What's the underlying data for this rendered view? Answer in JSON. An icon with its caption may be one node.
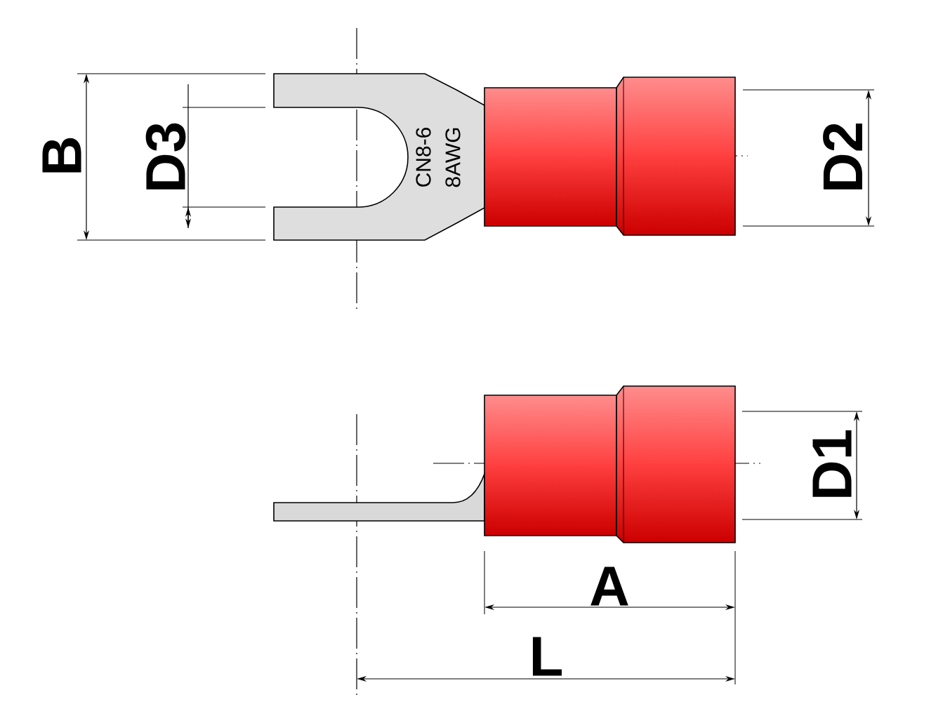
{
  "diagram": {
    "labels": [
      "B",
      "D3",
      "CN8-6",
      "8AWG",
      "D2",
      "D1",
      "A",
      "L"
    ]
  }
}
